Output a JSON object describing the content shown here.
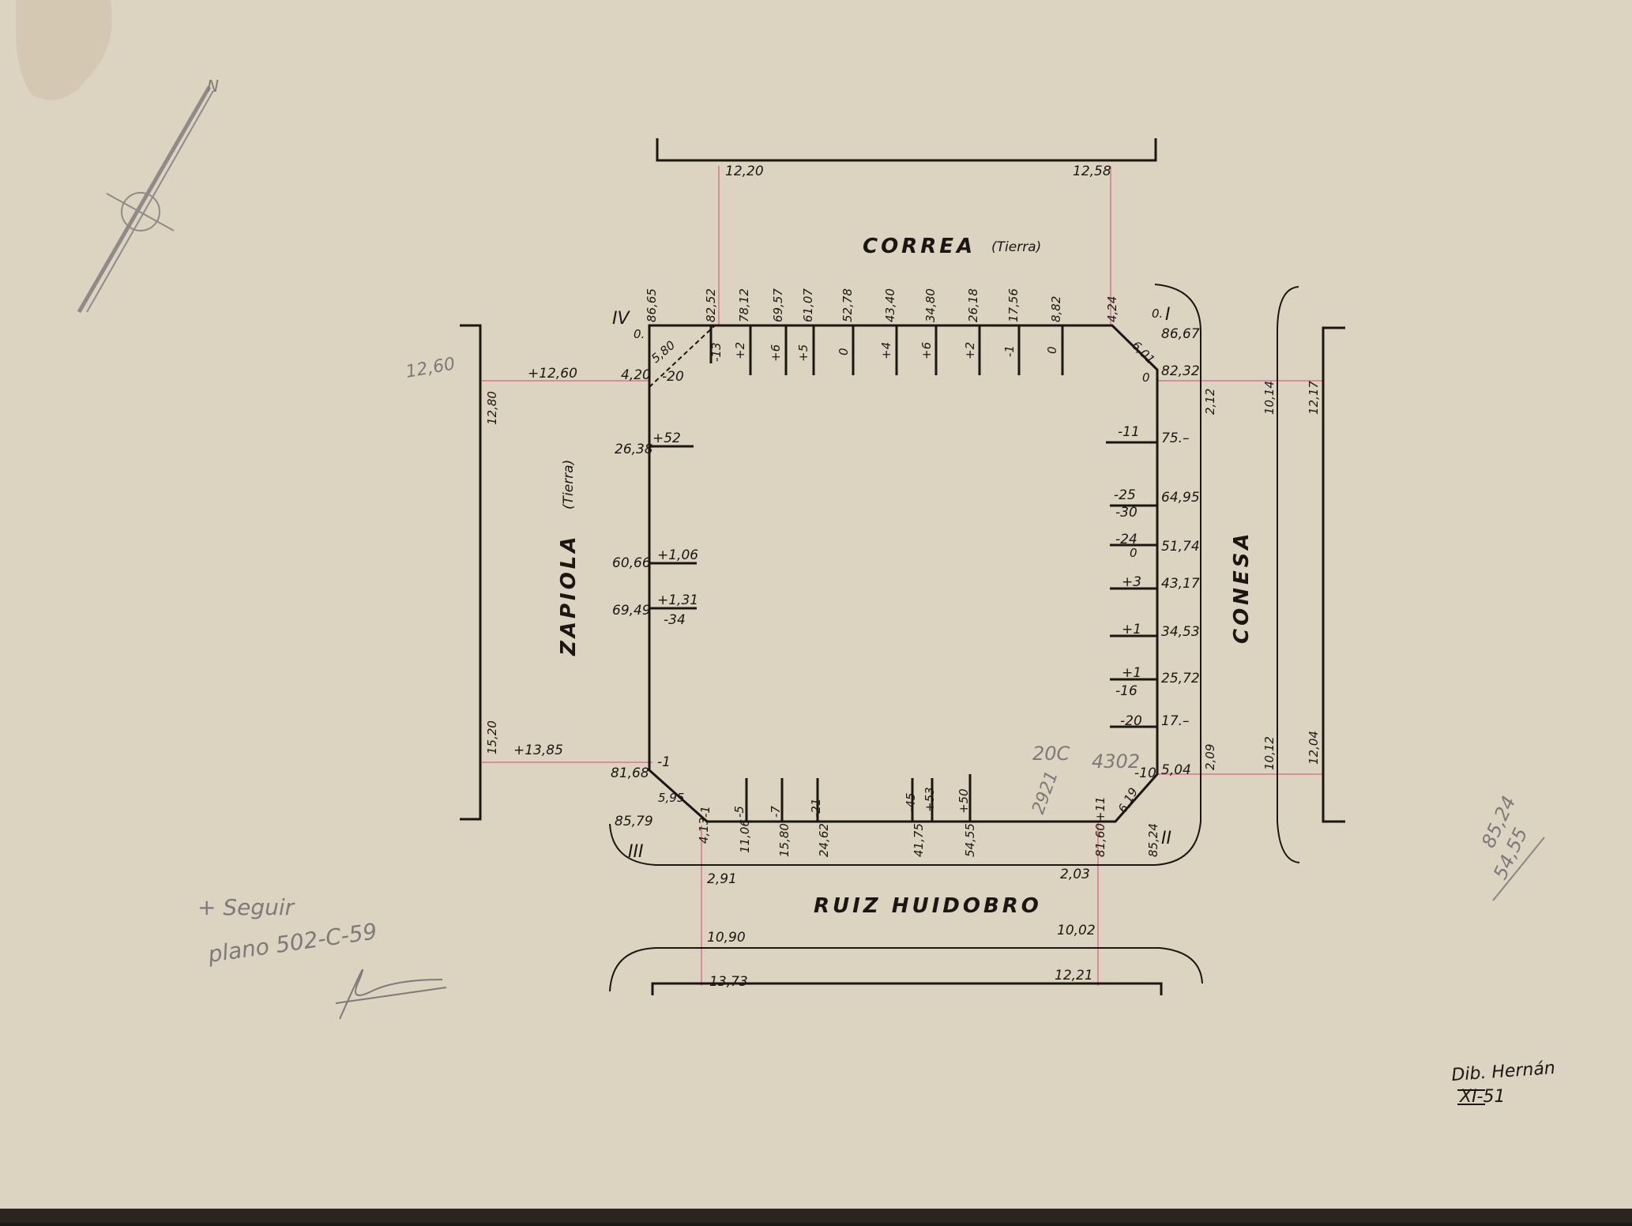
{
  "streets": {
    "top": "CORREA",
    "top_note": "(Tierra)",
    "left": "ZAPIOLA",
    "left_note": "(Tierra)",
    "right": "CONESA",
    "bottom": "RUIZ HUIDOBRO"
  },
  "corners": {
    "I": "I",
    "II": "II",
    "III": "III",
    "IV": "IV"
  },
  "top_edge": {
    "distances": [
      "86,65",
      "82,52",
      "78,12",
      "69,57",
      "61,07",
      "52,78",
      "43,40",
      "34,80",
      "26,18",
      "17,56",
      "8,82",
      "4,24"
    ],
    "offsets": [
      "-13",
      "+2",
      "+6",
      "+5",
      "0",
      "+4",
      "+6",
      "+2",
      "-1",
      "0"
    ],
    "corner_left": "0.",
    "corner_right": "0."
  },
  "right_edge": {
    "values": [
      "86,67",
      "82,32",
      "75.–",
      "64,95",
      "51,74",
      "43,17",
      "34,53",
      "25,72",
      "17.–",
      "5,04"
    ],
    "offsets": [
      "0",
      "-11",
      "-25",
      "-30",
      "-24",
      "0",
      "+3",
      "+1",
      "+1",
      "-16",
      "-20",
      "-10"
    ],
    "widths": [
      "2,12",
      "10,14",
      "12,17",
      "2,09",
      "10,12",
      "12,04"
    ]
  },
  "left_edge": {
    "values": [
      "4,20",
      "26,38",
      "60,66",
      "69,49",
      "81,68",
      "85,79"
    ],
    "offsets": [
      "-20",
      "+52",
      "+1,06",
      "+1,31",
      "-34",
      "-1"
    ],
    "widths": [
      "12,80",
      "15,20"
    ],
    "annotations": [
      "+12,60",
      "+13,85",
      "12,60"
    ]
  },
  "bottom_edge": {
    "distances": [
      "4,13",
      "11,06",
      "15,80",
      "24,62",
      "41,75",
      "54,55",
      "81,60",
      "85,24"
    ],
    "offsets": [
      "-1",
      "-5",
      "-7",
      "-21",
      "-45",
      "+53",
      "+50",
      "+11"
    ],
    "widths": [
      "2,91",
      "10,90",
      "13,73",
      "2,03",
      "10,02",
      "12,21"
    ]
  },
  "top_widths": [
    "12,20",
    "12,58"
  ],
  "chamfers": [
    "6,01",
    "6,19",
    "5,95",
    "5,80"
  ],
  "pencil_notes": {
    "center_a": "20C",
    "center_b": "4302",
    "center_c": "2921",
    "right_top": "85,24",
    "right_bottom": "54,55",
    "note_line1": "+ Seguir",
    "note_line2": "plano 502-C-59"
  },
  "compass": "N",
  "signature_caption": "Dib. Hernán",
  "date": "XI-51"
}
